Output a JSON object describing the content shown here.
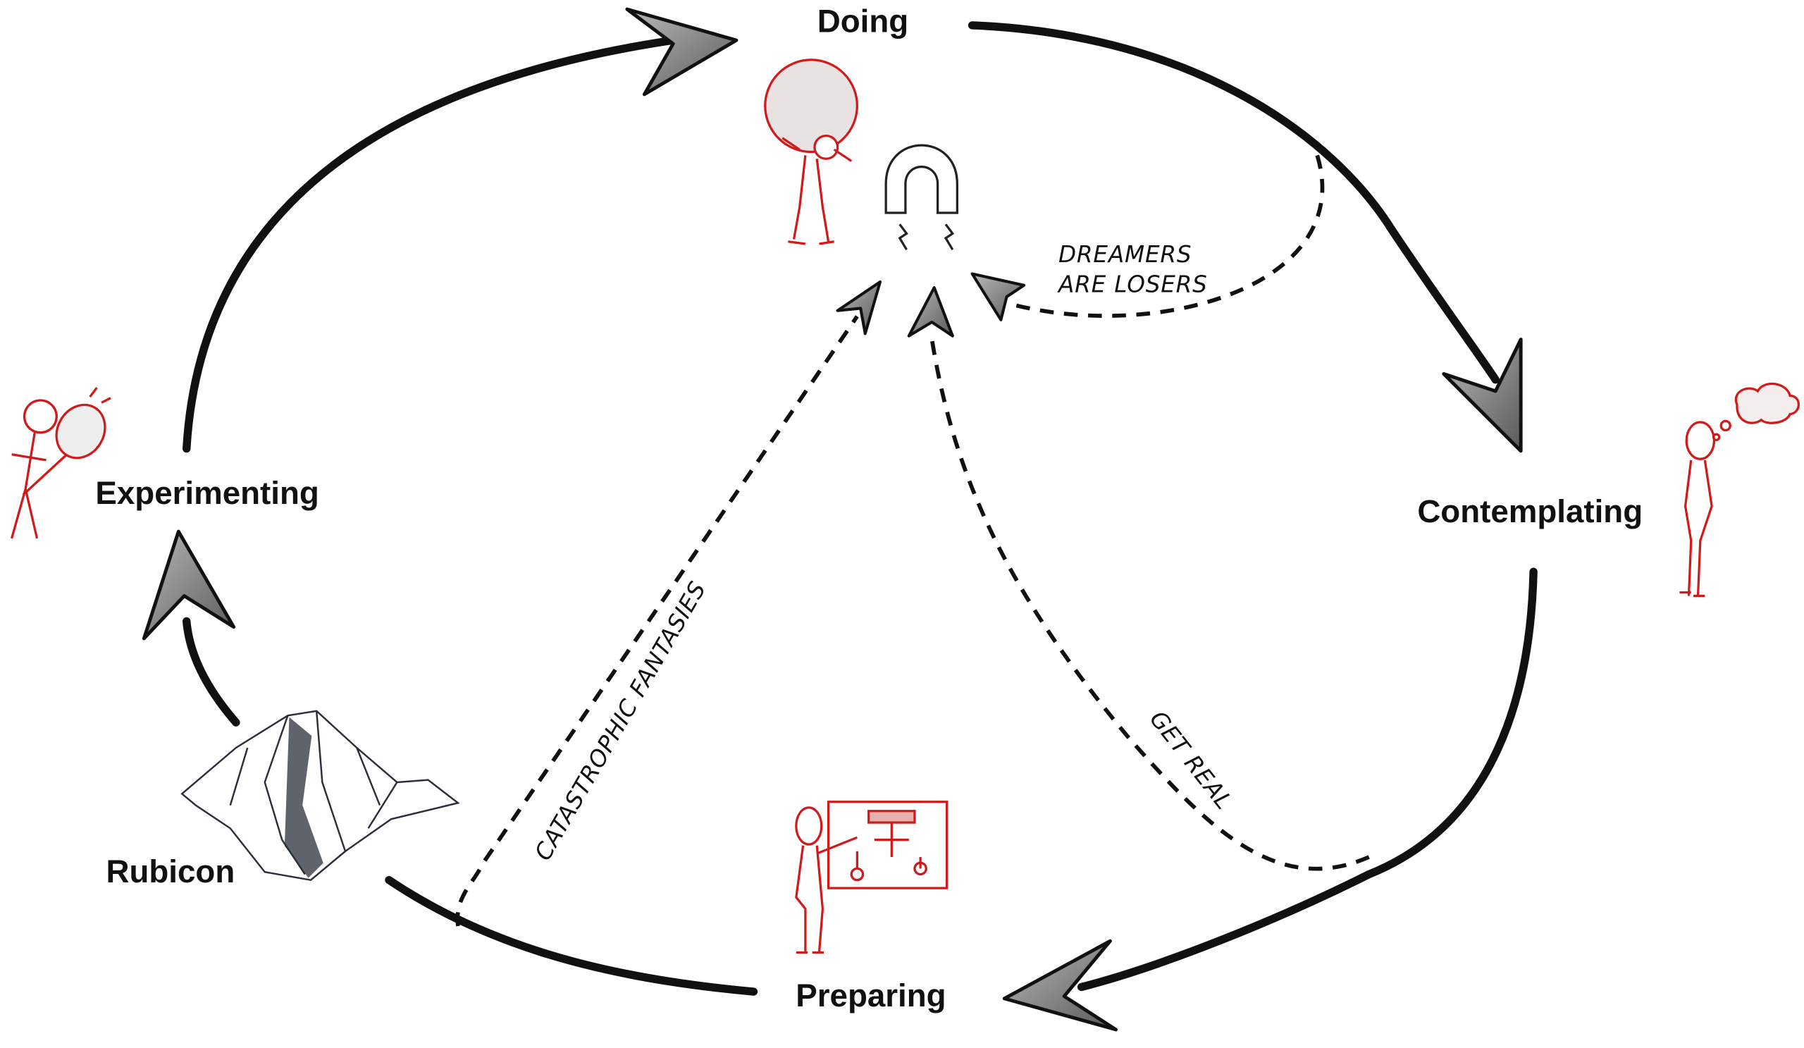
{
  "stages": {
    "doing": "Doing",
    "contemplating": "Contemplating",
    "preparing": "Preparing",
    "rubicon": "Rubicon",
    "experimenting": "Experimenting"
  },
  "notes": {
    "dreamers_line1": "DREAMERS",
    "dreamers_line2": "ARE LOSERS",
    "catastrophic": "CATASTROPHIC FANTASIES",
    "get_real": "GET REAL"
  },
  "colors": {
    "cycle_line": "#111111",
    "arrow_head": "#8a8a8a",
    "figure_red": "#d11a1a",
    "mountain": "#2a2f3a"
  }
}
